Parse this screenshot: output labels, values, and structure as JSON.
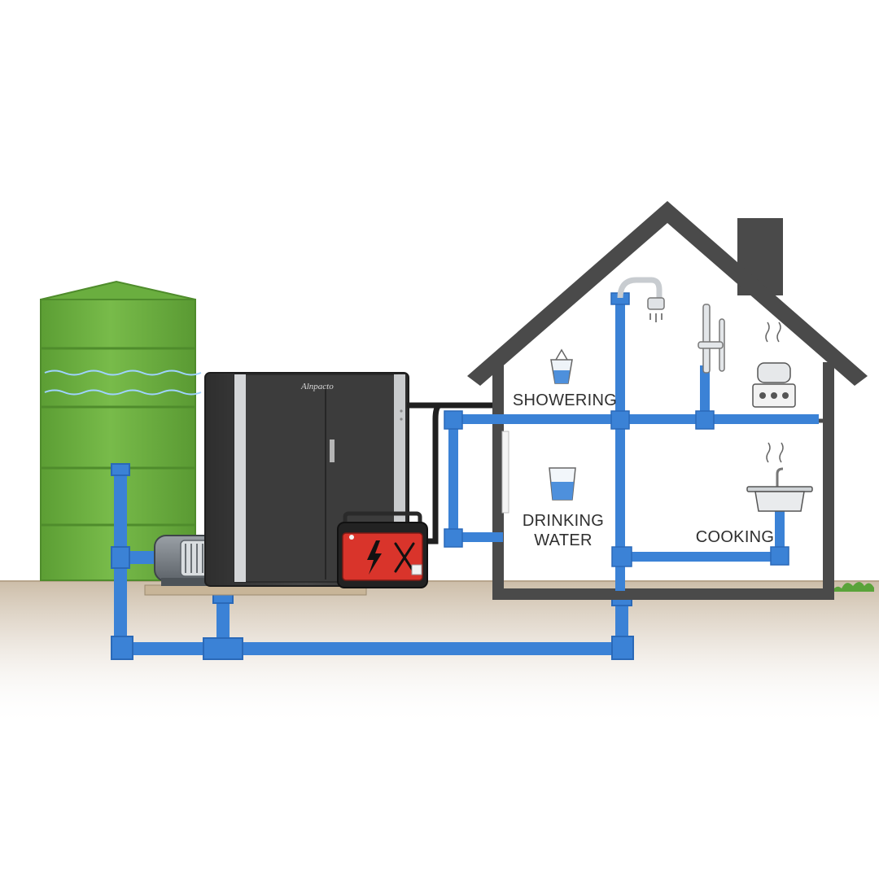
{
  "labels": {
    "showering": "SHOWERING",
    "drinking_line1": "DRINKING",
    "drinking_line2": "WATER",
    "cooking": "COOKING",
    "unit_brand": "Alnpacto"
  },
  "colors": {
    "pipe": "#3b82d6",
    "pipe_dark": "#2a69b8",
    "tank": "#6aae3f",
    "tank_dark": "#4f8c2c",
    "house_outline": "#4a4a4a",
    "unit_body": "#3a3a3a",
    "generator_red": "#d9342b",
    "ground": "#d9cdbd"
  },
  "icons": {
    "showerhead": "showerhead-icon",
    "faucet": "faucet-icon",
    "stove": "stove-icon",
    "pot": "cooking-pot-icon",
    "cup_top": "cup-icon",
    "cup_bottom": "glass-icon",
    "lightning": "lightning-icon",
    "tools": "tools-icon"
  }
}
